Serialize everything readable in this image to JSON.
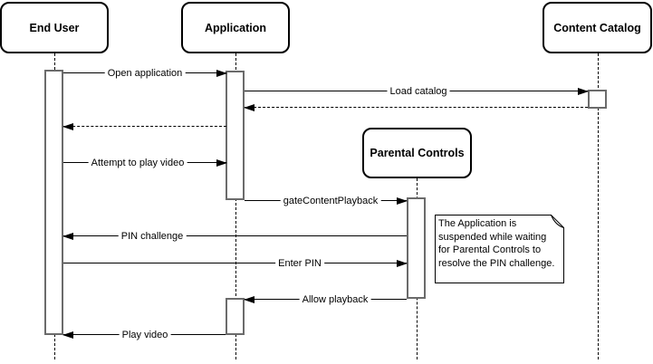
{
  "diagram_type": "uml-sequence",
  "colors": {
    "background": "#ffffff",
    "stroke": "#000000",
    "activation_border": "#6b6b6b"
  },
  "actors": [
    {
      "name": "End User"
    },
    {
      "name": "Application"
    },
    {
      "name": "Content Catalog"
    },
    {
      "name": "Parental Controls"
    }
  ],
  "messages": [
    {
      "label": "Open application",
      "from": "End User",
      "to": "Application",
      "line": "solid"
    },
    {
      "label": "Load catalog",
      "from": "Application",
      "to": "Content Catalog",
      "line": "solid"
    },
    {
      "label": "",
      "from": "Content Catalog",
      "to": "Application",
      "line": "dashed"
    },
    {
      "label": "",
      "from": "Application",
      "to": "End User",
      "line": "dashed"
    },
    {
      "label": "Attempt to play video",
      "from": "End User",
      "to": "Application",
      "line": "solid"
    },
    {
      "label": "gateContentPlayback",
      "from": "Application",
      "to": "Parental Controls",
      "line": "solid"
    },
    {
      "label": "PIN challenge",
      "from": "Parental Controls",
      "to": "End User",
      "line": "solid"
    },
    {
      "label": "Enter PIN",
      "from": "End User",
      "to": "Parental Controls",
      "line": "solid"
    },
    {
      "label": "Allow playback",
      "from": "Parental Controls",
      "to": "Application",
      "line": "solid"
    },
    {
      "label": "Play video",
      "from": "Application",
      "to": "End User",
      "line": "solid"
    }
  ],
  "note": {
    "text": "The Application is suspended while waiting for Parental Controls to resolve the PIN challenge."
  }
}
